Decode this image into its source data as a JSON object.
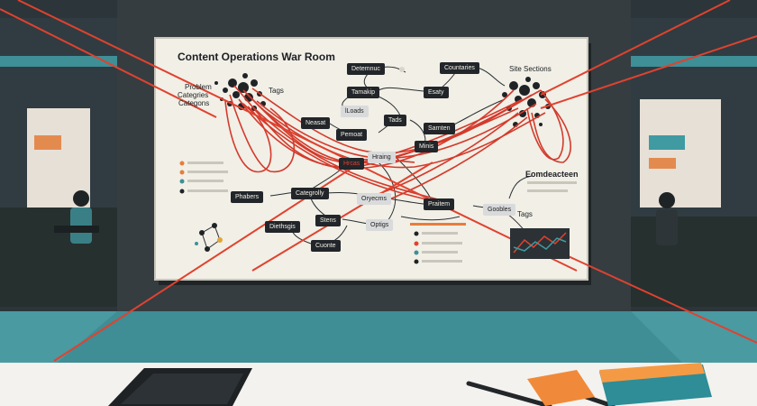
{
  "board": {
    "title": "Content Operations War Room",
    "labels": {
      "problem": "Problem",
      "categories_1": "Categries",
      "categories_2": "Categons",
      "tags_left": "Tags",
      "site_sections": "Site Sections",
      "tags_right": "Tags",
      "right_heading": "Eomdeacteen"
    },
    "nodes": {
      "determine": "Detemnuc",
      "taxonomy": "Tamakip",
      "loads": "lLoads",
      "resource": "Neasat",
      "pemost": "Pemoat",
      "heading_red": "Hrcas",
      "hraing": "Hraing",
      "tags_node": "Tads",
      "sarnten": "Sarnten",
      "minis": "Minis",
      "quality": "Esaty",
      "countries": "Countaries",
      "phabers": "Phabers",
      "category": "Categrolly",
      "oryecms": "Oryecms",
      "praitem": "Praitem",
      "goobles": "Goobles",
      "diethsgis": "Diethsgis",
      "stens": "Stens",
      "optigs": "Optigs",
      "cuonte": "Cuonte"
    }
  },
  "colors": {
    "wall": "#2b3438",
    "board": "#f1efe6",
    "string": "#d43a2c",
    "node": "#22262a",
    "desk": "#f2f1ee",
    "floor": "#3d8f98"
  }
}
